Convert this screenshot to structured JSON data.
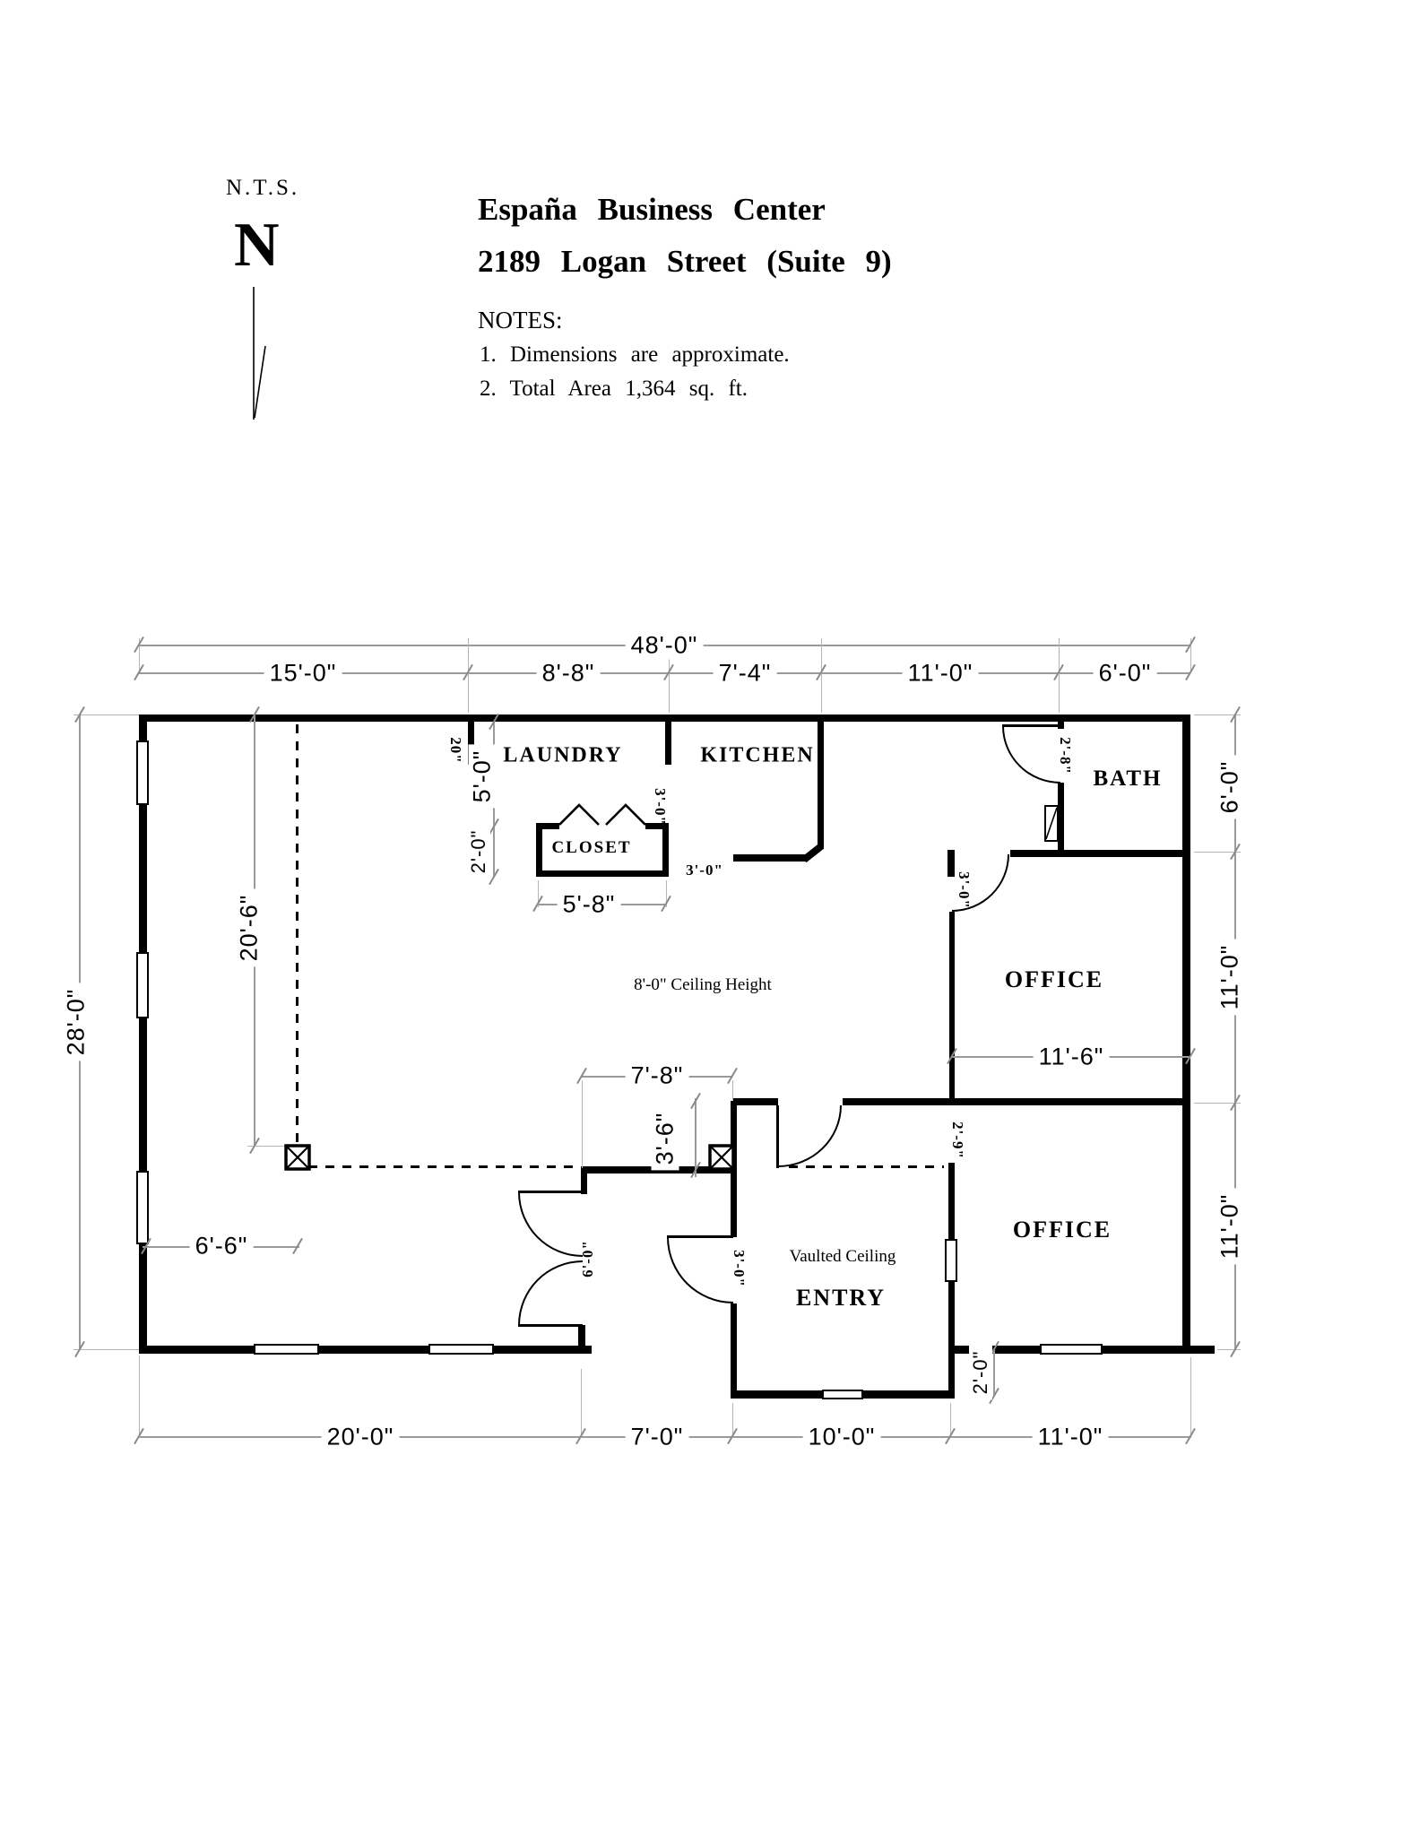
{
  "header": {
    "nts": "N.T.S.",
    "north": "N",
    "title_line1": "España  Business  Center",
    "title_line2": "2189  Logan  Street (Suite 9)",
    "notes_heading": "NOTES:",
    "note1": "1.  Dimensions  are  approximate.",
    "note2": "2.  Total  Area  1,364  sq. ft."
  },
  "rooms": {
    "laundry": "LAUNDRY",
    "kitchen": "KITCHEN",
    "bath": "BATH",
    "closet": "CLOSET",
    "office_upper": "OFFICE",
    "office_lower": "OFFICE",
    "entry": "ENTRY"
  },
  "annotations": {
    "ceiling": "8'-0\" Ceiling Height",
    "vaulted": "Vaulted Ceiling"
  },
  "dims": {
    "overall_width": "48'-0\"",
    "top": [
      "15'-0\"",
      "8'-8\"",
      "7'-4\"",
      "11'-0\"",
      "6'-0\""
    ],
    "bottom": [
      "20'-0\"",
      "7'-0\"",
      "10'-0\"",
      "11'-0\""
    ],
    "left_overall": "28'-0\"",
    "left_upper": "20'-6\"",
    "left_lower": "6'-6\"",
    "right_bath": "6'-0\"",
    "right_office_upper": "11'-0\"",
    "right_office_lower": "11'-0\"",
    "laundry_depth": "5'-0\"",
    "closet_depth": "2'-0\"",
    "closet_width": "5'-8\"",
    "hall_width": "7'-8\"",
    "hall_depth": "3'-6\"",
    "office_upper_width": "11'-6\"",
    "entry_step": "2'-0\""
  },
  "openings": {
    "wall_stub": "20\"",
    "closet_door": "3'-0\"",
    "kitchen_opening": "3'-0\"",
    "bath_door": "2'-8\"",
    "office_upper_door": "3'-0\"",
    "office_lower_opening": "2'-9\"",
    "entry_door": "3'-0\"",
    "double_door": "6'-0\""
  }
}
